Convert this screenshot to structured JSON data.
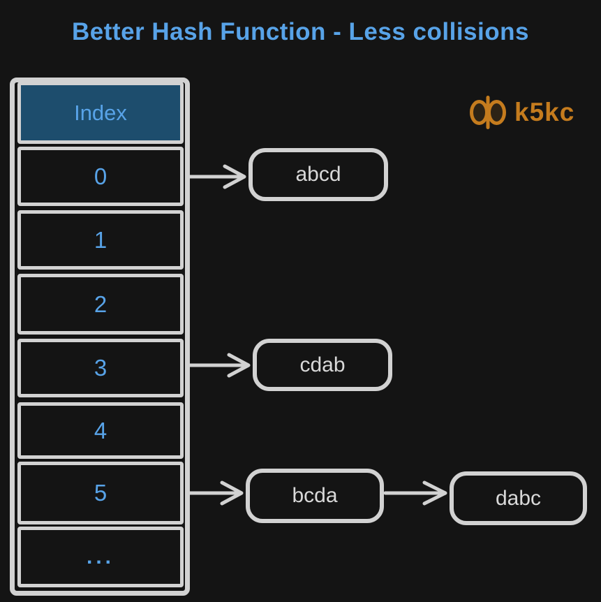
{
  "title": "Better Hash Function - Less collisions",
  "logo": {
    "name": "k5kc",
    "icon": "butterfly-logo-icon",
    "color": "#c57c1e"
  },
  "table": {
    "header": "Index",
    "cells": [
      "0",
      "1",
      "2",
      "3",
      "4",
      "5",
      "..."
    ]
  },
  "nodes": [
    "abcd",
    "cdab",
    "bcda",
    "dabc"
  ],
  "edges": [
    {
      "from": "index 0",
      "to": "abcd"
    },
    {
      "from": "index 3",
      "to": "cdab"
    },
    {
      "from": "index 5",
      "to": "bcda"
    },
    {
      "from": "bcda",
      "to": "dabc"
    }
  ],
  "colors": {
    "background": "#141414",
    "accent_blue": "#58a3e8",
    "header_fill": "#1d4d6d",
    "stroke_gray": "#d2d2d2",
    "node_text": "#d9d9d9",
    "logo_orange": "#c57c1e"
  }
}
